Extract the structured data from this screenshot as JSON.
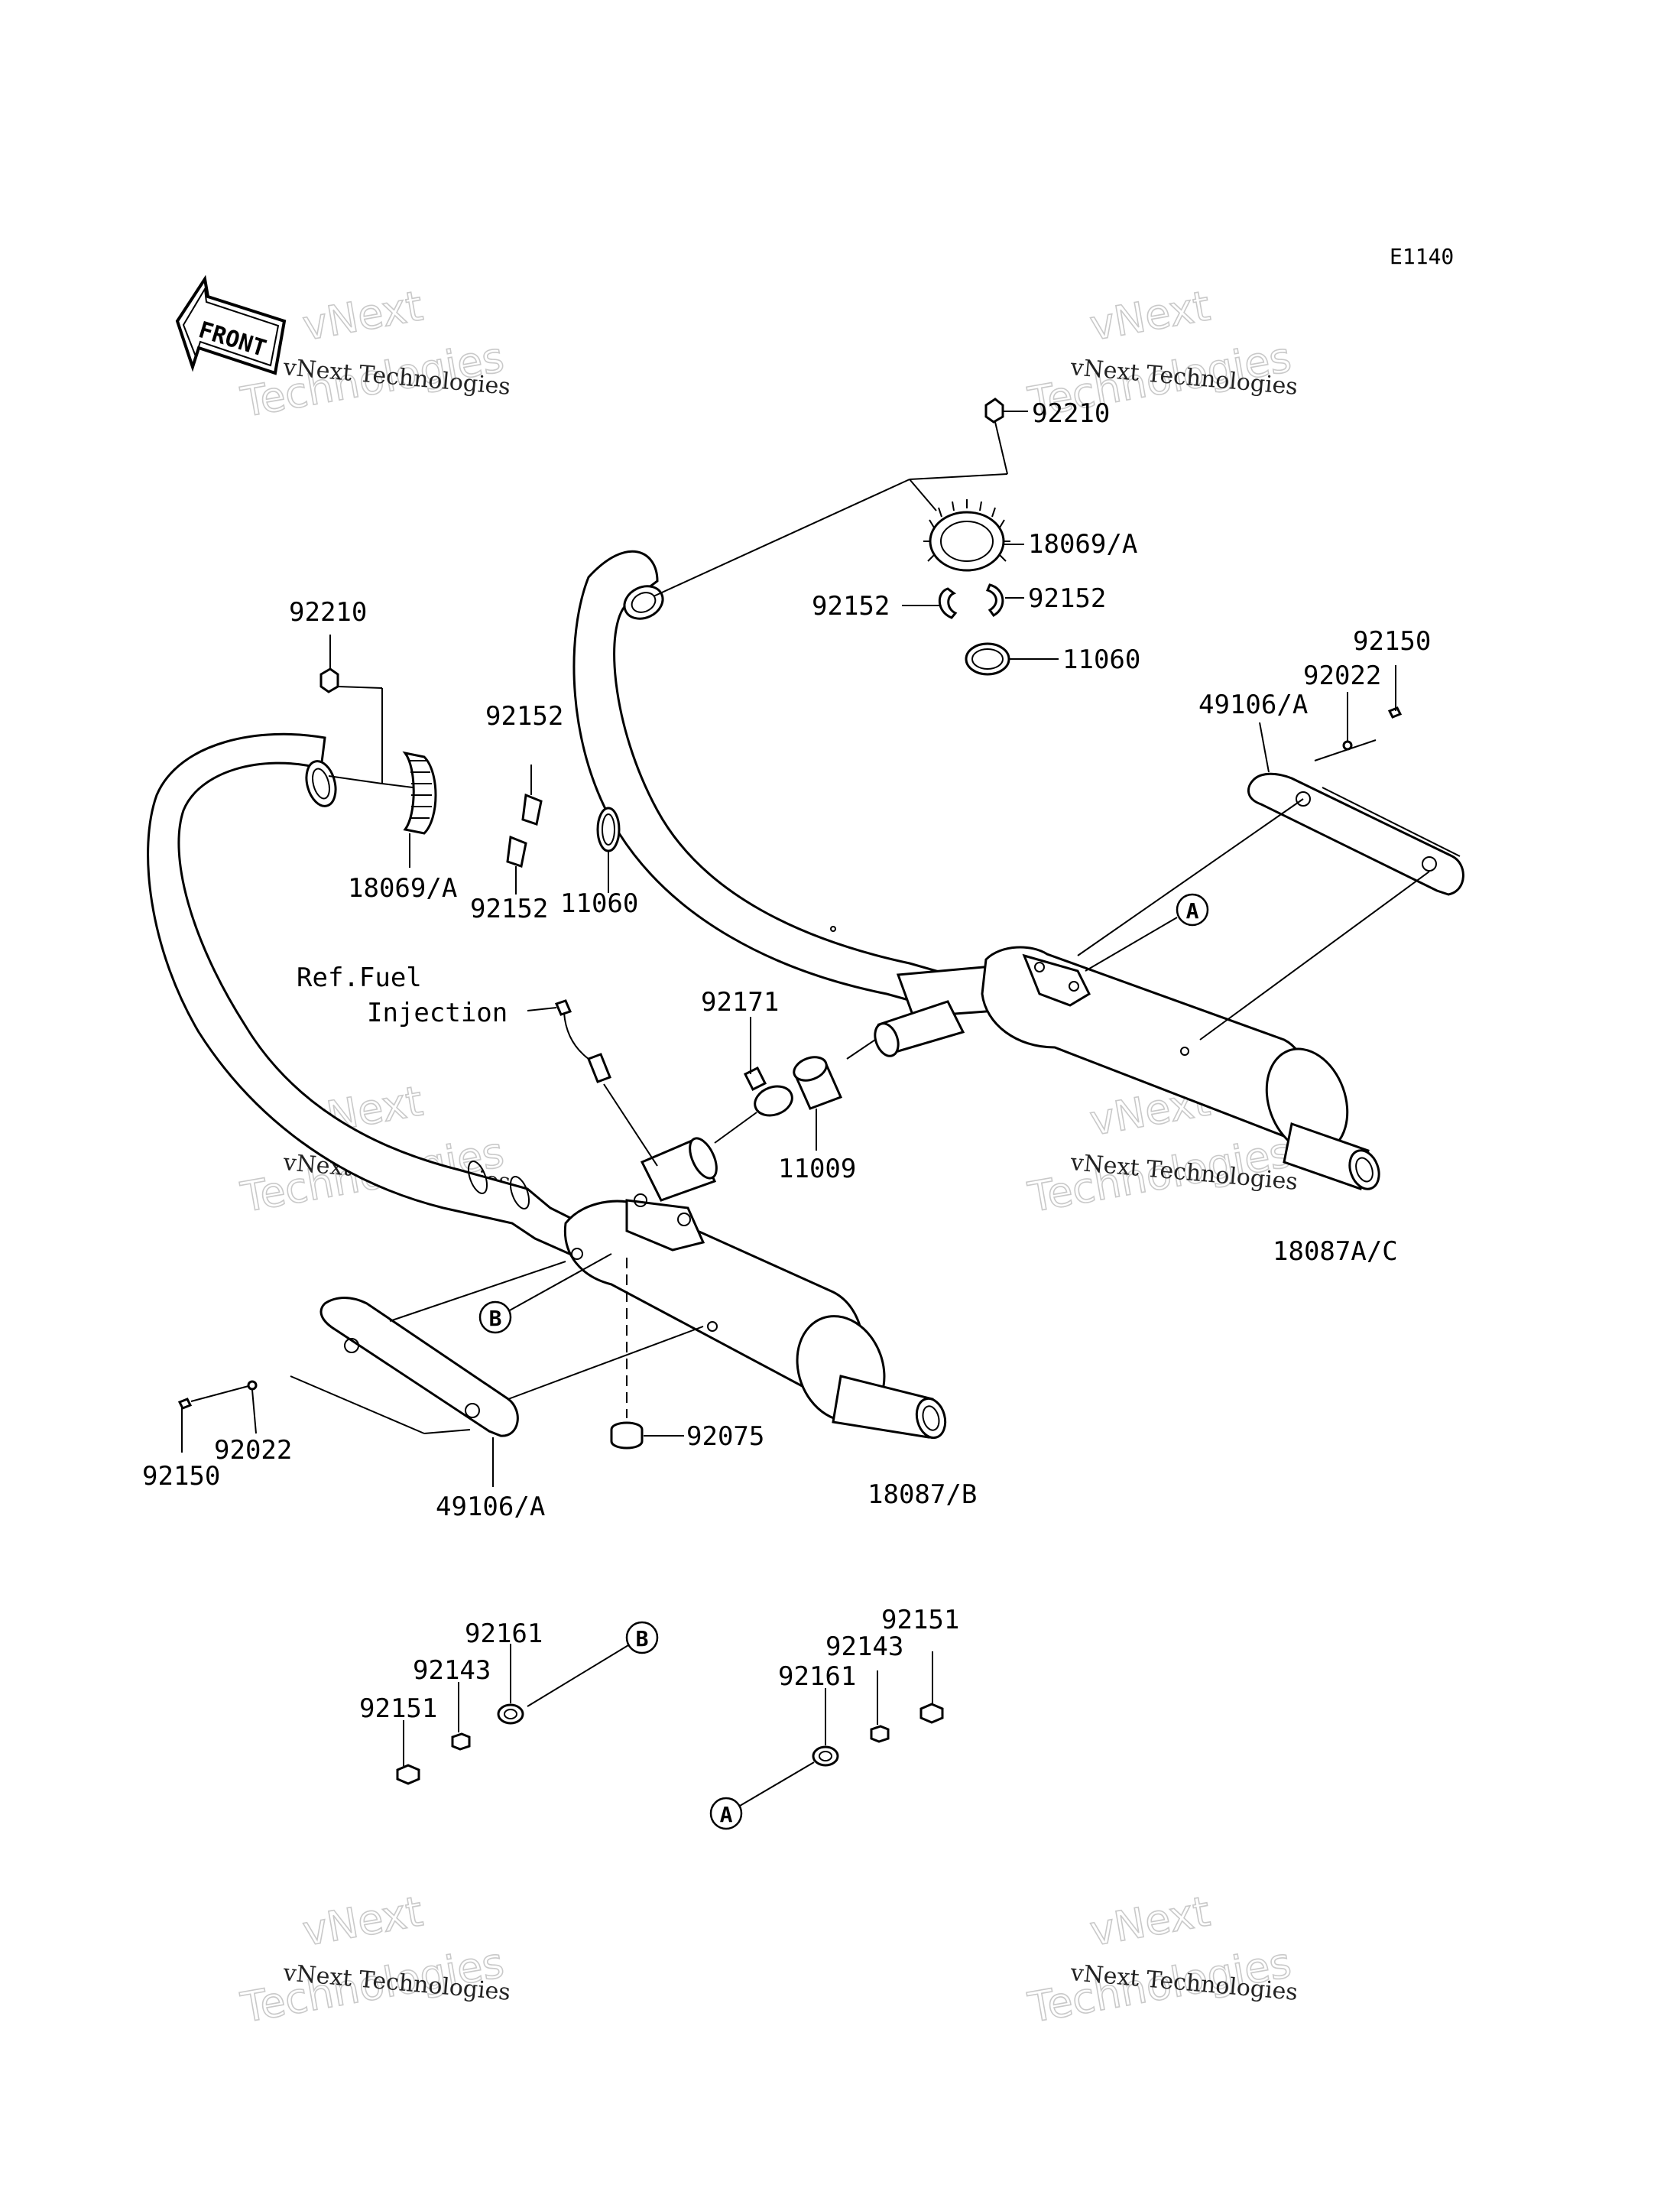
{
  "diagram": {
    "code": "E1140",
    "front_arrow": "FRONT",
    "watermark": {
      "line1": "vNext",
      "line2": "Technologies",
      "small": "vNext Technologies"
    },
    "ref_note": [
      "Ref.Fuel",
      "Injection"
    ],
    "callouts": {
      "a": "A",
      "b": "B"
    },
    "labels": {
      "p92210_top": "92210",
      "p18069_top": "18069/A",
      "p92152_tl": "92152",
      "p92152_tr": "92152",
      "p11060_top": "11060",
      "p92150_r": "92150",
      "p92022_r": "92022",
      "p49106_r": "49106/A",
      "p92210_left": "92210",
      "p18069_left": "18069/A",
      "p92152_left_top": "92152",
      "p92152_left_bot": "92152",
      "p11060_left": "11060",
      "p92171": "92171",
      "p11009": "11009",
      "p18087ac": "18087A/C",
      "p92022_l": "92022",
      "p92150_l": "92150",
      "p49106_l": "49106/A",
      "p92075": "92075",
      "p18087b": "18087/B",
      "p92161_l": "92161",
      "p92143_l": "92143",
      "p92151_l": "92151",
      "p92151_r": "92151",
      "p92143_r": "92143",
      "p92161_r": "92161"
    }
  }
}
